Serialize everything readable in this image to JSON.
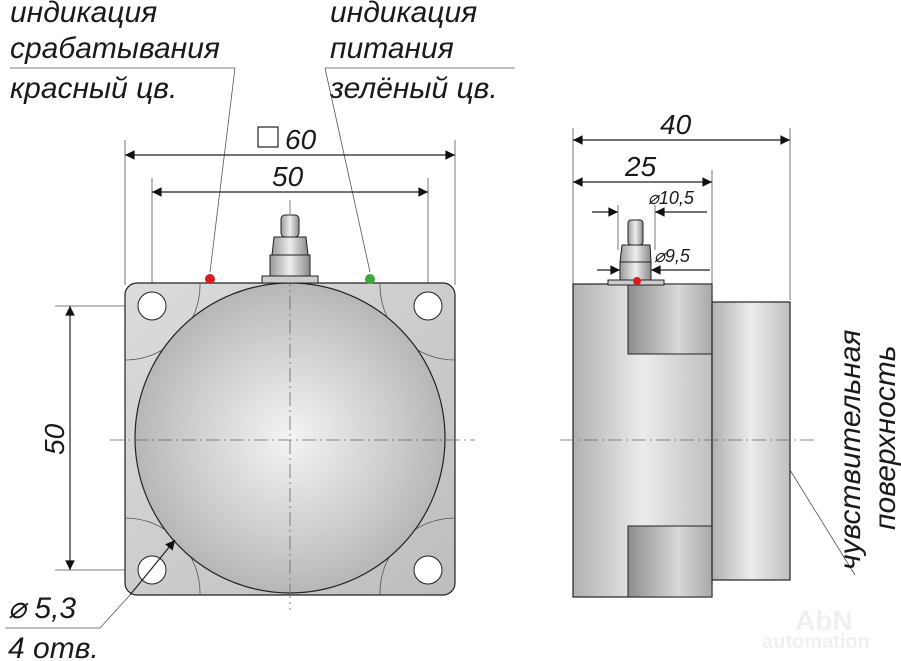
{
  "labels": {
    "trigger_indicator": [
      "индикация",
      "срабатывания",
      "красный цв."
    ],
    "power_indicator": [
      "индикация",
      "питания",
      "зелёный цв."
    ],
    "sensing_surface": [
      "чувствительная",
      "поверхность"
    ],
    "hole_diameter": "⌀ 5,3",
    "hole_count": "4 отв."
  },
  "dimensions": {
    "square_size": "60",
    "hole_spacing_horizontal": "50",
    "hole_spacing_vertical": "50",
    "total_depth": "40",
    "body_depth": "25",
    "connector_diameter_outer": "⌀10,5",
    "connector_diameter_inner": "⌀9,5"
  },
  "watermark": {
    "line1": "AbN",
    "line2": "automation"
  },
  "colors": {
    "led_red": "#d42020",
    "led_green": "#3aa83a",
    "body": "#c8c8c8"
  }
}
